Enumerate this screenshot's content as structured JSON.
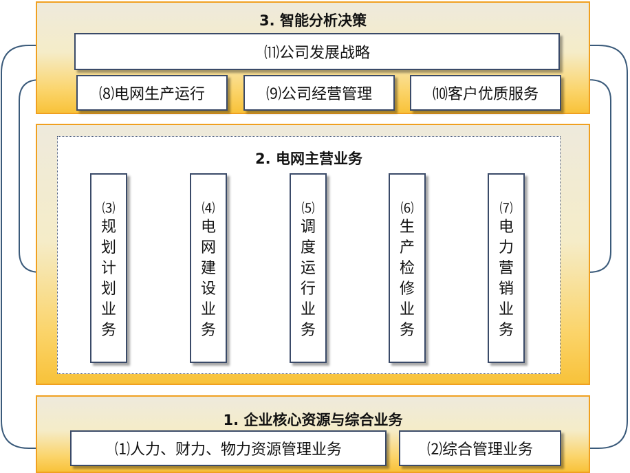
{
  "layer3": {
    "title": "3. 智能分析决策",
    "top_box": "⑾公司发展战略",
    "boxes": [
      "⑻电网生产运行",
      "⑼公司经营管理",
      "⑽客户优质服务"
    ]
  },
  "layer2": {
    "title": "2. 电网主营业务",
    "columns": [
      {
        "num": "⑶",
        "chars": [
          "规",
          "划",
          "计",
          "划",
          "业",
          "务"
        ]
      },
      {
        "num": "⑷",
        "chars": [
          "电",
          "网",
          "建",
          "设",
          "业",
          "务"
        ]
      },
      {
        "num": "⑸",
        "chars": [
          "调",
          "度",
          "运",
          "行",
          "业",
          "务"
        ]
      },
      {
        "num": "⑹",
        "chars": [
          "生",
          "产",
          "检",
          "修",
          "业",
          "务"
        ]
      },
      {
        "num": "⑺",
        "chars": [
          "电",
          "力",
          "营",
          "销",
          "业",
          "务"
        ]
      }
    ]
  },
  "layer1": {
    "title": "1. 企业核心资源与综合业务",
    "boxes": [
      "⑴人力、财力、物力资源管理业务",
      "⑵综合管理业务"
    ]
  },
  "colors": {
    "layer_border": "#f0a020",
    "box_border": "#3a4a68",
    "connector": "#3a5a7a"
  }
}
